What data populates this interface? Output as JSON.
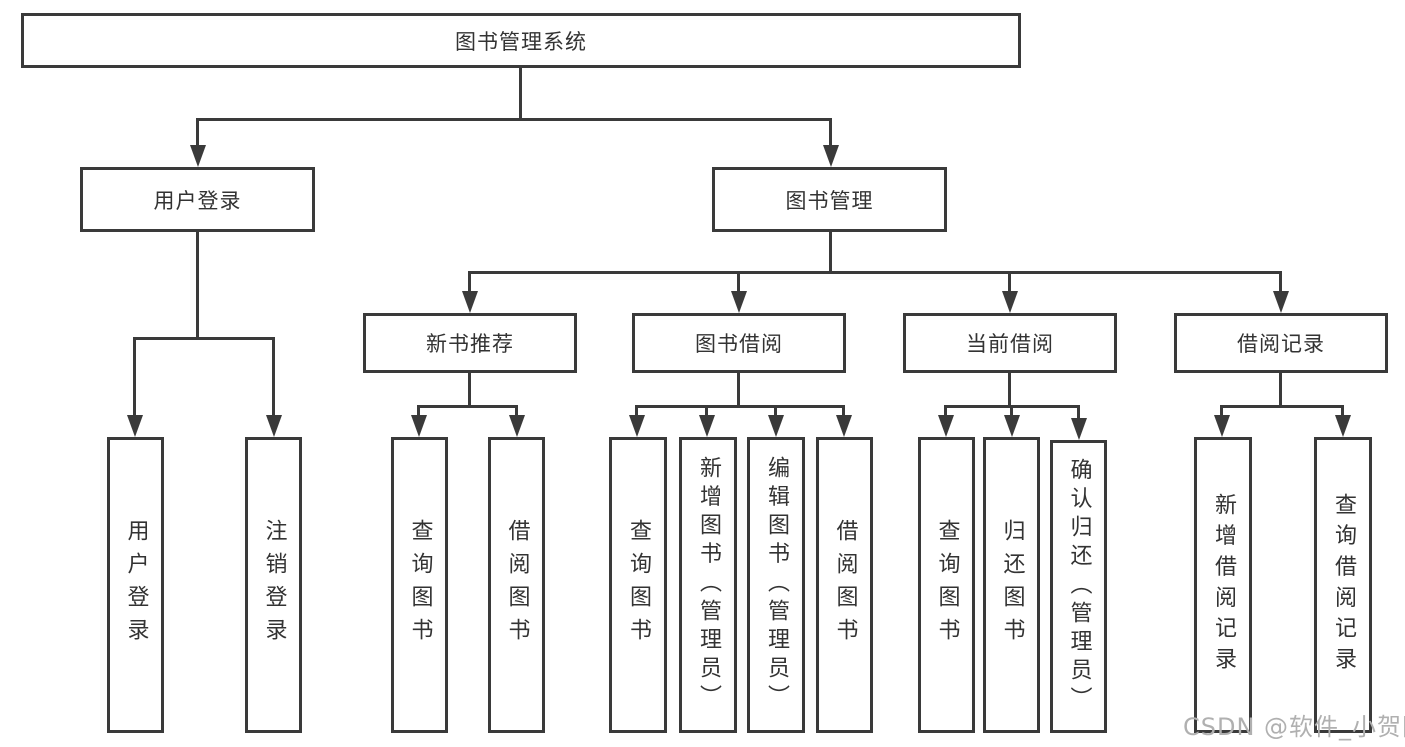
{
  "diagram": {
    "root": {
      "label": "图书管理系统"
    },
    "level2": [
      {
        "label": "用户登录"
      },
      {
        "label": "图书管理"
      }
    ],
    "level3": [
      {
        "label": "新书推荐"
      },
      {
        "label": "图书借阅"
      },
      {
        "label": "当前借阅"
      },
      {
        "label": "借阅记录"
      }
    ],
    "leaves": {
      "login": [
        {
          "label": "用户登录"
        },
        {
          "label": "注销登录"
        }
      ],
      "new_book": [
        {
          "label": "查询图书"
        },
        {
          "label": "借阅图书"
        }
      ],
      "borrow": [
        {
          "label": "查询图书"
        },
        {
          "label": "新增图书（管理员）"
        },
        {
          "label": "编辑图书（管理员）"
        },
        {
          "label": "借阅图书"
        }
      ],
      "current": [
        {
          "label": "查询图书"
        },
        {
          "label": "归还图书"
        },
        {
          "label": "确认归还（管理员）"
        }
      ],
      "records": [
        {
          "label": "新增借阅记录"
        },
        {
          "label": "查询借阅记录"
        }
      ]
    },
    "watermark": "CSDN @软件_小贺同学",
    "colors": {
      "line": "#3a3a3a",
      "text": "#333333",
      "background": "#ffffff",
      "watermark_text": "#b0b0b0"
    }
  }
}
